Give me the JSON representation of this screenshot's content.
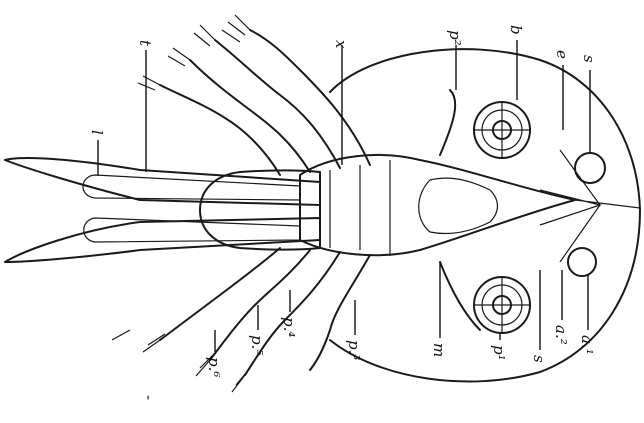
{
  "figure": {
    "labels": {
      "x": "x",
      "t": "t",
      "l": "l",
      "p2": "p²",
      "b": "b",
      "e": "e",
      "s_top": "s",
      "a1": "a.¹",
      "a2": "a.²",
      "s_bottom": "s",
      "p1": "p¹",
      "m": "m",
      "p3": "p.³",
      "p4": "p.⁴",
      "p5": "p.⁵",
      "p6": "p.⁶",
      "dash": "-"
    }
  }
}
